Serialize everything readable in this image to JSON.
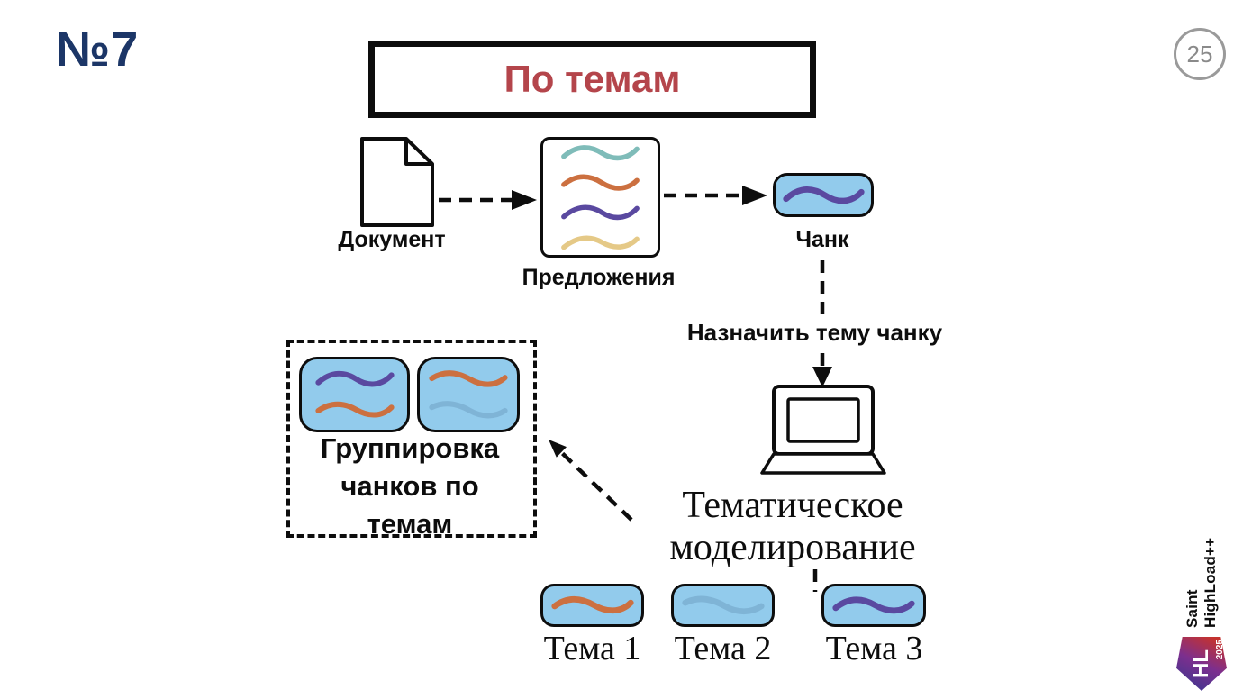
{
  "slide": {
    "number_label": "№7",
    "page_number": "25"
  },
  "title": {
    "text": "По темам"
  },
  "pipeline": {
    "document": {
      "label": "Документ",
      "icon": "document-icon"
    },
    "sentences": {
      "label": "Предложения"
    },
    "chunk": {
      "label": "Чанк"
    },
    "assign_arrow": {
      "label": "Назначить тему чанку"
    },
    "topic_modeling": {
      "line1": "Тематическое",
      "line2": "моделирование",
      "icon": "laptop-icon"
    },
    "grouping": {
      "line1": "Группировка",
      "line2": "чанков по",
      "line3": "темам"
    },
    "topics": [
      {
        "label": "Тема 1"
      },
      {
        "label": "Тема 2"
      },
      {
        "label": "Тема 3"
      }
    ]
  },
  "logo": {
    "line1": "Saint",
    "line2": "HighLoad++",
    "monogram": "HL",
    "year": "2025"
  },
  "colors": {
    "slide_number": "#1c3667",
    "title_text": "#b4454b",
    "chunk_fill": "#92cbec",
    "outline": "#0d0d0d",
    "wave_teal": "#7fbcb9",
    "wave_orange": "#cc7040",
    "wave_purple": "#5a49a0",
    "wave_tan": "#e5c987",
    "wave_lightblue": "#7fb4d6"
  }
}
